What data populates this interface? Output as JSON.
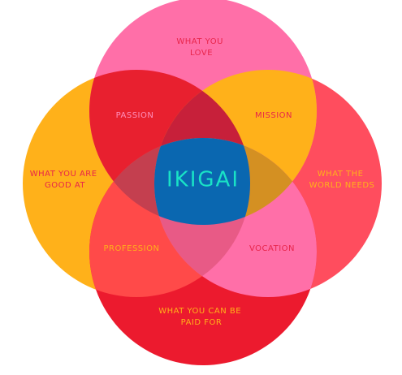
{
  "diagram": {
    "circles": {
      "love": {
        "lines": [
          "WHAT YOU",
          "LOVE"
        ],
        "fill": "#ff6fa8",
        "text_color": "#e8254a"
      },
      "good_at": {
        "lines": [
          "WHAT YOU ARE",
          "GOOD AT"
        ],
        "fill": "#ffb11a",
        "text_color": "#e8254a"
      },
      "world_needs": {
        "lines": [
          "WHAT THE",
          "WORLD NEEDS"
        ],
        "fill": "#ff4d5e",
        "text_color": "#ffb11a"
      },
      "paid_for": {
        "lines": [
          "WHAT YOU CAN BE",
          "PAID FOR"
        ],
        "fill": "#ec1a2e",
        "text_color": "#ffb11a"
      }
    },
    "overlaps": {
      "passion": {
        "label": "PASSION",
        "fill": "#e8202f",
        "text_color": "#ff8fbc"
      },
      "mission": {
        "label": "MISSION",
        "fill": "#ffb11a",
        "text_color": "#e8254a"
      },
      "profession": {
        "label": "PROFESSION",
        "fill": "#ff4a49",
        "text_color": "#ffb11a"
      },
      "vocation": {
        "label": "VOCATION",
        "fill": "#ff6fa8",
        "text_color": "#e8254a"
      }
    },
    "center": {
      "label": "IKIGAI",
      "fill": "#0a67b0",
      "text_color": "#19e2c6"
    },
    "tri_colors": {
      "top": "#c7203a",
      "left": "#c43f4f",
      "right": "#d49022",
      "bottom": "#e85a86"
    }
  }
}
